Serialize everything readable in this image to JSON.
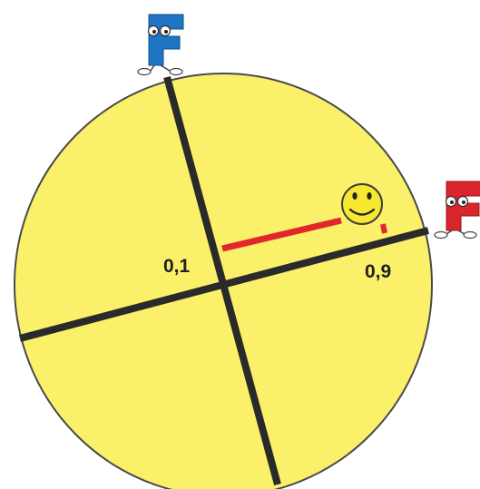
{
  "labels": {
    "left": "0,1",
    "right": "0,9"
  },
  "characters": {
    "top": {
      "letter": "F",
      "color": "#1f74c4",
      "role": "character-blue-F"
    },
    "right": {
      "letter": "F",
      "color": "#d8262c",
      "role": "character-red-F"
    }
  },
  "icons": {
    "smiley": "smiley-face-icon"
  },
  "colors": {
    "disk_fill": "#fbf06a",
    "disk_stroke": "#4a4a4a",
    "axis": "#2a2a2a",
    "marker": "#e3262b",
    "smiley_fill": "#f6e830"
  }
}
